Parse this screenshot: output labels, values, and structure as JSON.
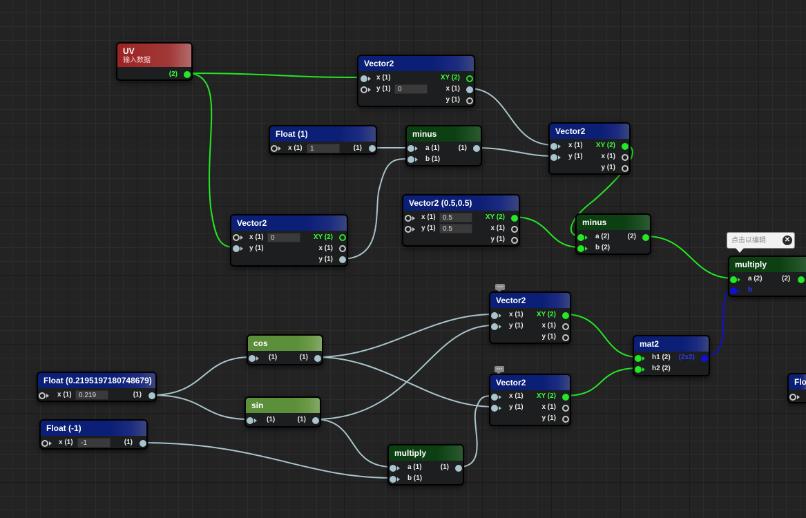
{
  "colors": {
    "canvas": "#232323",
    "header_blue": "#0b1f76",
    "header_green": "#0c4013",
    "header_olive": "#5c8f3a",
    "header_red": "#9b2424",
    "wire_data": "#a9c4cc",
    "wire_vec2": "#23e823",
    "wire_mat": "#1010d8"
  },
  "tooltip": {
    "text": "点击以编辑",
    "close": "✕"
  },
  "nodes": {
    "uv": {
      "title": "UV",
      "subtitle": "输入数据",
      "out": "(2)"
    },
    "vec2_top": {
      "title": "Vector2",
      "in_x": "x (1)",
      "in_y": "y (1)",
      "y_value": "0",
      "out_xy": "XY (2)",
      "out_x": "x (1)",
      "out_y": "y (1)"
    },
    "float_1": {
      "title": "Float (1)",
      "in_x": "x (1)",
      "value": "1",
      "out": "(1)"
    },
    "minus_1": {
      "title": "minus",
      "in_a": "a (1)",
      "in_b": "b (1)",
      "out": "(1)"
    },
    "vec2_mid": {
      "title": "Vector2",
      "in_x": "x (1)",
      "in_y": "y (1)",
      "out_xy": "XY (2)",
      "out_x": "x (1)",
      "out_y": "y (1)"
    },
    "vec2_const": {
      "title": "Vector2 (0.5,0.5)",
      "in_x": "x (1)",
      "in_y": "y (1)",
      "x_value": "0.5",
      "y_value": "0.5",
      "out_xy": "XY (2)",
      "out_x": "x (1)",
      "out_y": "y (1)"
    },
    "vec2_left": {
      "title": "Vector2",
      "in_x": "x (1)",
      "in_y": "y (1)",
      "x_value": "0",
      "out_xy": "XY (2)",
      "out_x": "x (1)",
      "out_y": "y (1)"
    },
    "minus_2": {
      "title": "minus",
      "in_a": "a (2)",
      "in_b": "b (2)",
      "out": "(2)"
    },
    "multiply_top": {
      "title": "multiply",
      "in_a": "a (2)",
      "in_b": "b",
      "out": "(2)"
    },
    "vec2_rot1": {
      "title": "Vector2",
      "in_x": "x (1)",
      "in_y": "y (1)",
      "out_xy": "XY (2)",
      "out_x": "x (1)",
      "out_y": "y (1)"
    },
    "vec2_rot2": {
      "title": "Vector2",
      "in_x": "x (1)",
      "in_y": "y (1)",
      "out_xy": "XY (2)",
      "out_x": "x (1)",
      "out_y": "y (1)"
    },
    "cos": {
      "title": "cos",
      "in": "(1)",
      "out": "(1)"
    },
    "sin": {
      "title": "sin",
      "in": "(1)",
      "out": "(1)"
    },
    "float_angle": {
      "title": "Float (0.2195197180748679)",
      "in_x": "x (1)",
      "value": "0.219",
      "out": "(1)"
    },
    "float_neg": {
      "title": "Float (-1)",
      "in_x": "x (1)",
      "value": "-1",
      "out": "(1)"
    },
    "multiply_bot": {
      "title": "multiply",
      "in_a": "a (1)",
      "in_b": "b (1)",
      "out": "(1)"
    },
    "mat2": {
      "title": "mat2",
      "in_h1": "h1 (2)",
      "in_h2": "h2 (2)",
      "out": "(2x2)"
    },
    "float_partial": {
      "title": "Flo"
    }
  }
}
